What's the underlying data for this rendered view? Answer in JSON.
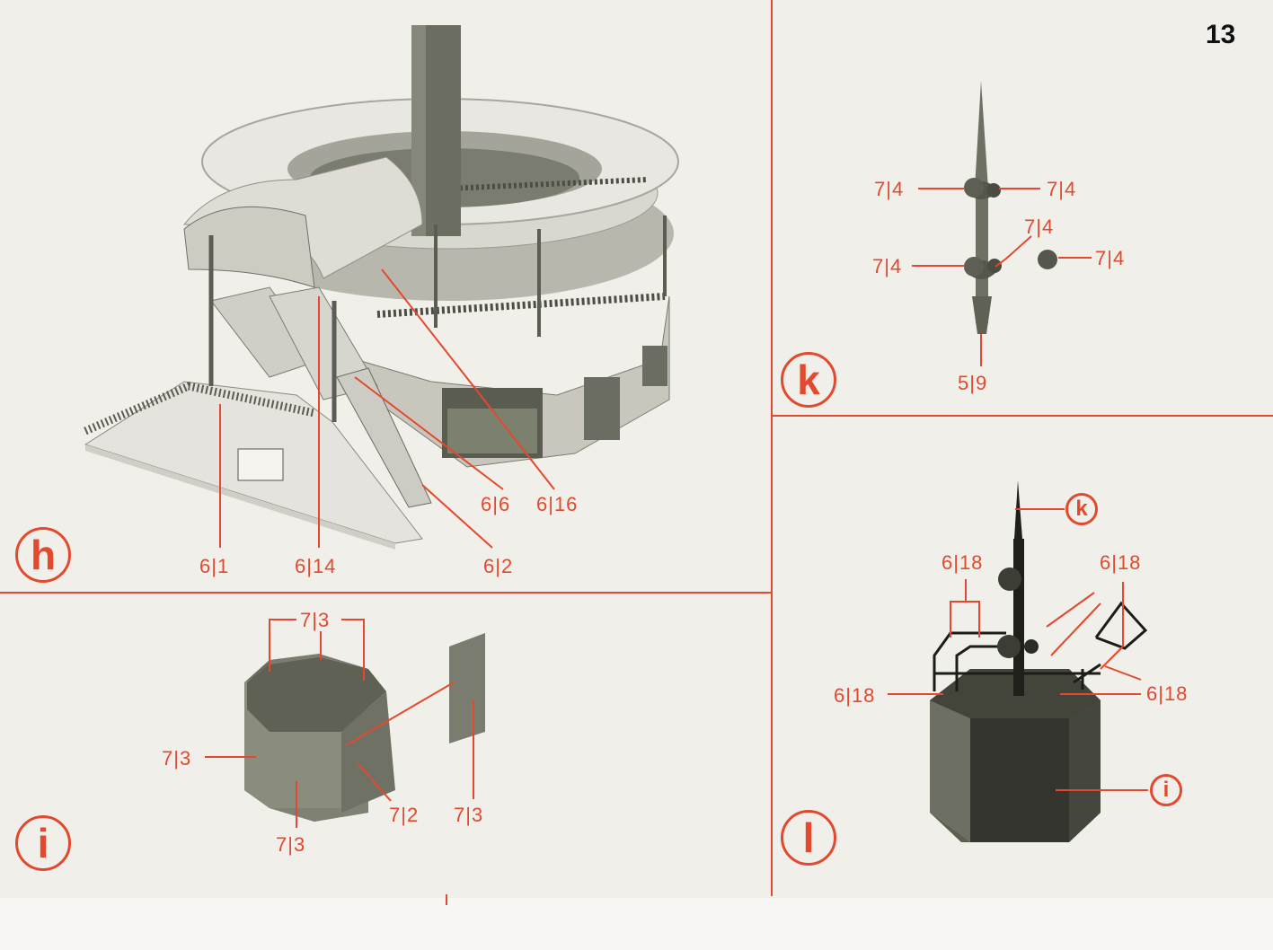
{
  "page_number": "13",
  "colors": {
    "accent": "#e2492e",
    "model": "#6d7060",
    "model_dark": "#33342c",
    "paper": "#f1efea"
  },
  "panels": {
    "h": {
      "badge": "h",
      "labels": {
        "p6_1": "6|1",
        "p6_14": "6|14",
        "p6_2": "6|2",
        "p6_6": "6|6",
        "p6_16": "6|16"
      }
    },
    "i": {
      "badge": "i",
      "labels": {
        "top": "7|3",
        "left": "7|3",
        "bottom": "7|3",
        "p7_2": "7|2",
        "right": "7|3"
      }
    },
    "k": {
      "badge": "k",
      "labels": {
        "top_left": "7|4",
        "top_right": "7|4",
        "mid_upper": "7|4",
        "mid_left": "7|4",
        "ball": "7|4",
        "base": "5|9"
      }
    },
    "l": {
      "badge": "l",
      "ref_k": "k",
      "ref_i": "i",
      "labels": {
        "top_left": "6|18",
        "top_right": "6|18",
        "mid_left": "6|18",
        "mid_right": "6|18"
      }
    }
  }
}
